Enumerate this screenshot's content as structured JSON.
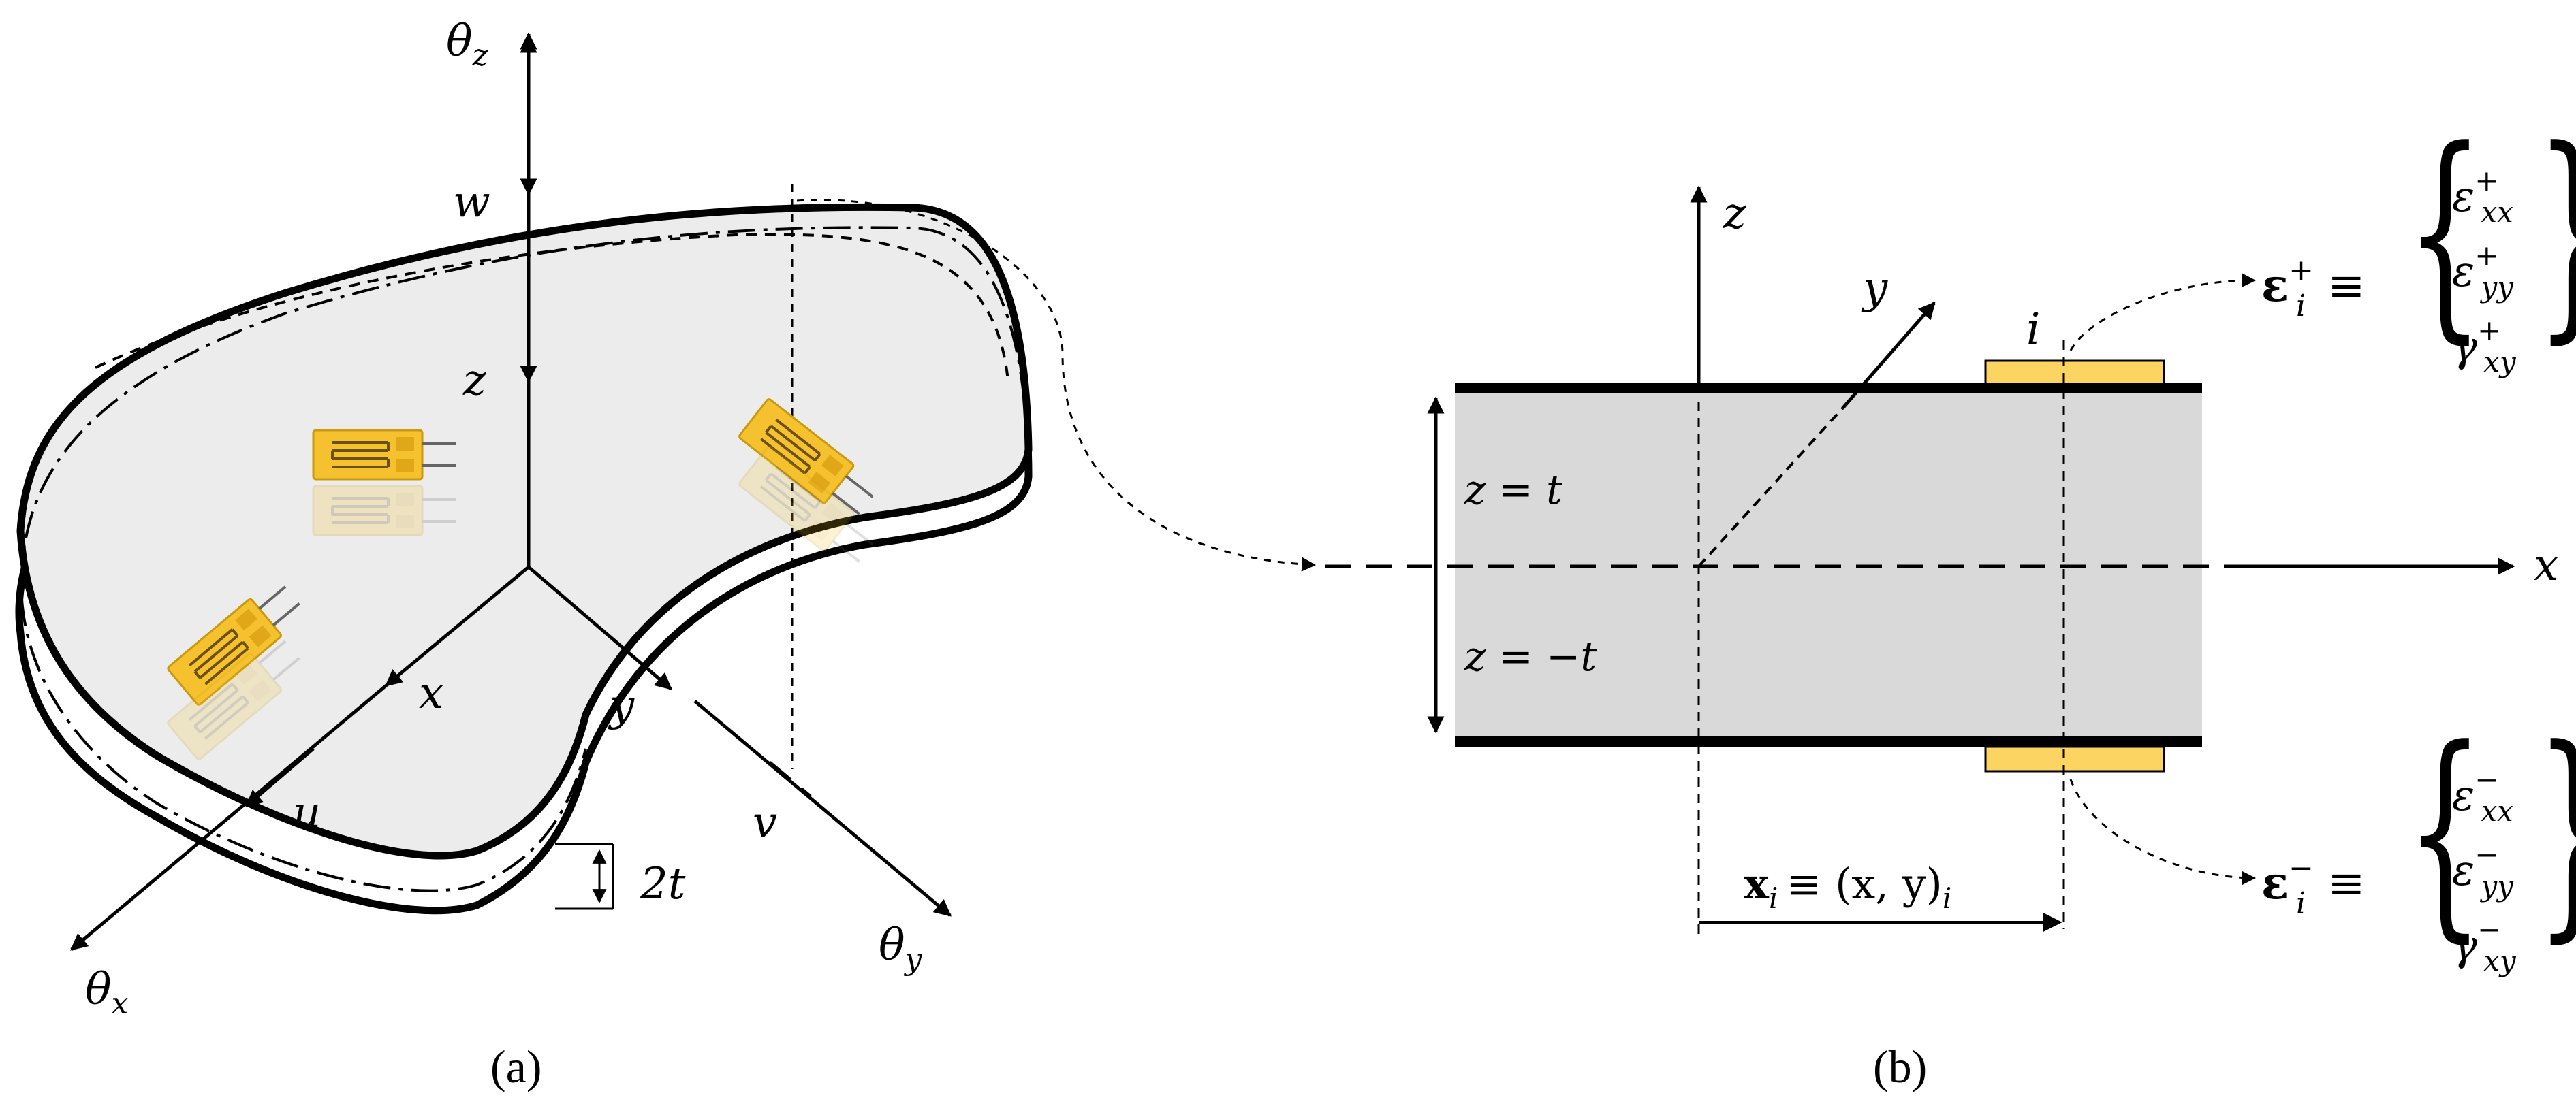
{
  "panel_a": {
    "caption": "(a)",
    "axes": {
      "theta_z": {
        "base": "θ",
        "sub": "z"
      },
      "w": "w",
      "z": "z",
      "x": "x",
      "u": "u",
      "theta_x": {
        "base": "θ",
        "sub": "x"
      },
      "y": "y",
      "v": "v",
      "theta_y": {
        "base": "θ",
        "sub": "y"
      }
    },
    "thickness": "2t"
  },
  "panel_b": {
    "caption": "(b)",
    "axes": {
      "z": "z",
      "y": "y",
      "x": "x"
    },
    "gauge_index": "i",
    "z_top": "z = t",
    "z_bottom": "z = −t",
    "position": {
      "vec": "x",
      "sub": "i",
      "eq": "≡ (x, y)",
      "paren_sub": "i"
    },
    "strain_top": {
      "vec": "ε",
      "sup": "+",
      "sub": "i",
      "eq": "≡",
      "rows": [
        {
          "base": "ε",
          "sub": "xx",
          "sup": "+"
        },
        {
          "base": "ε",
          "sub": "yy",
          "sup": "+"
        },
        {
          "base": "γ",
          "sub": "xy",
          "sup": "+"
        }
      ]
    },
    "strain_bottom": {
      "vec": "ε",
      "sup": "−",
      "sub": "i",
      "eq": "≡",
      "rows": [
        {
          "base": "ε",
          "sub": "xx",
          "sup": "−"
        },
        {
          "base": "ε",
          "sub": "yy",
          "sup": "−"
        },
        {
          "base": "γ",
          "sub": "xy",
          "sup": "−"
        }
      ]
    }
  },
  "colors": {
    "plate_fill": "#ececec",
    "section_fill": "#d9d9d9",
    "gauge": "#f5c12e",
    "gauge_pad": "#fcd462",
    "ink": "#000000"
  }
}
